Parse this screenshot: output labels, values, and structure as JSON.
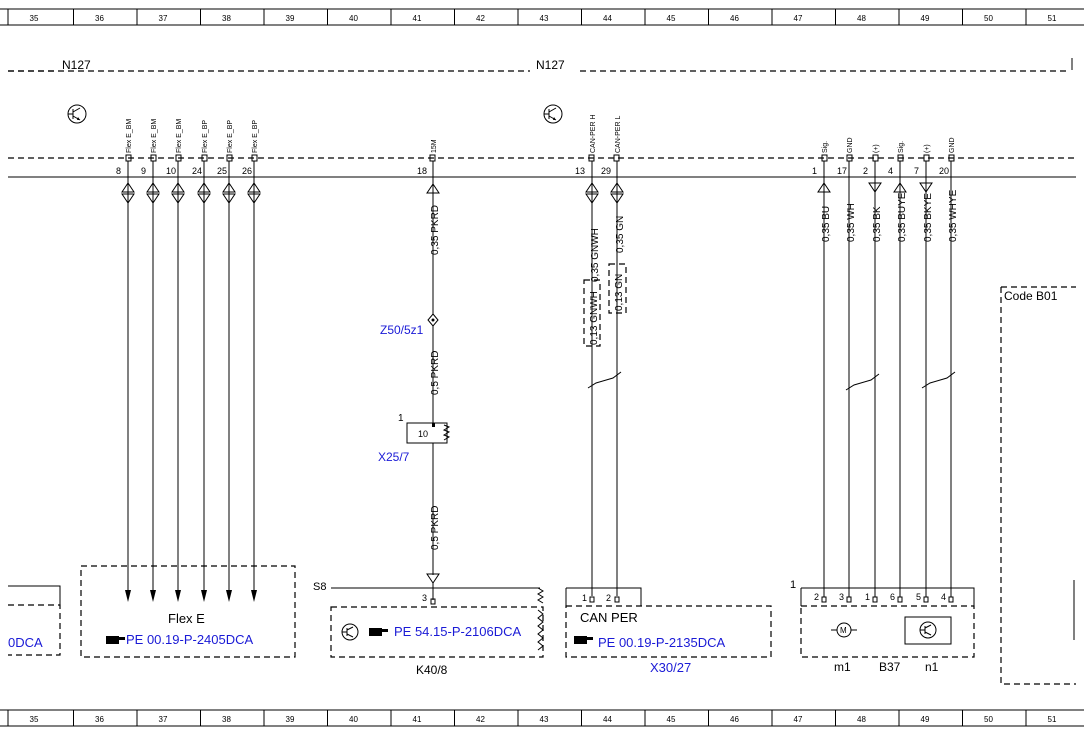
{
  "grid": [
    "35",
    "36",
    "37",
    "38",
    "39",
    "40",
    "41",
    "42",
    "43",
    "44",
    "45",
    "46",
    "47",
    "48",
    "49",
    "50",
    "51"
  ],
  "modules": {
    "n127_left": "N127",
    "n127_right": "N127"
  },
  "pins": {
    "flex": [
      {
        "num": "8",
        "sig": "Flex E_BM",
        "arrow": "bi"
      },
      {
        "num": "9",
        "sig": "Flex E_BM",
        "arrow": "bi"
      },
      {
        "num": "10",
        "sig": "Flex E_BM",
        "arrow": "bi"
      },
      {
        "num": "24",
        "sig": "Flex E_BP",
        "arrow": "bi"
      },
      {
        "num": "25",
        "sig": "Flex E_BP",
        "arrow": "bi"
      },
      {
        "num": "26",
        "sig": "Flex E_BP",
        "arrow": "bi"
      }
    ],
    "pkrd": {
      "num": "18",
      "sig": "15M"
    },
    "can": [
      {
        "num": "13",
        "sig": "CAN-PER H"
      },
      {
        "num": "29",
        "sig": "CAN-PER L"
      }
    ],
    "b37": [
      {
        "num": "1",
        "sig": "Sig."
      },
      {
        "num": "17",
        "sig": "GND"
      },
      {
        "num": "2",
        "sig": "(+)"
      },
      {
        "num": "4",
        "sig": "Sig."
      },
      {
        "num": "7",
        "sig": "(+)"
      },
      {
        "num": "20",
        "sig": "GND"
      }
    ]
  },
  "wires": {
    "pkrd_top": "0,35 PKRD",
    "pkrd_mid": "0,5 PKRD",
    "pkrd_bot": "0,5 PKRD",
    "can_h": "0,35 GNWH",
    "can_l": "0,35 GN",
    "can_h_twist": "0,13 GNWH",
    "can_l_twist": "0,13 GN",
    "b37": [
      "0,35 BU",
      "0,35 WH",
      "0,35 BK",
      "0,35 BUYE",
      "0,35 BKYE",
      "0,35 WHYE"
    ]
  },
  "connectors": {
    "z50": "Z50/5z1",
    "x25": "X25/7",
    "x25_pin": "1",
    "x25_inner": "10",
    "s8": "S8",
    "x30": "X30/27",
    "k40": "K40/8",
    "b37_one": "1"
  },
  "components": {
    "left_partial_ref": "0DCA",
    "flex_e": {
      "title": "Flex E",
      "ref": "PE 00.19-P-2405DCA"
    },
    "k40": {
      "pin": "3",
      "ref": "PE 54.15-P-2106DCA"
    },
    "can_per": {
      "title": "CAN PER",
      "pin1": "1",
      "pin2": "2",
      "ref": "PE 00.19-P-2135DCA"
    },
    "b37": {
      "pins": [
        "2",
        "3",
        "1",
        "6",
        "5",
        "4"
      ],
      "labels": [
        "m1",
        "B37",
        "n1"
      ]
    },
    "code_box": "Code B01"
  }
}
